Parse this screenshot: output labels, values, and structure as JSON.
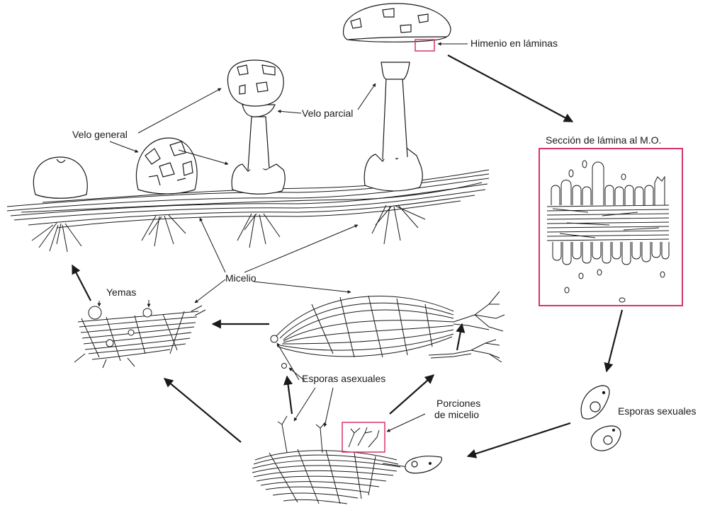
{
  "labels": {
    "himenio": "Himenio en láminas",
    "velo_parcial": "Velo parcial",
    "velo_general": "Velo general",
    "seccion": "Sección de lámina al M.O.",
    "micelio": "Micelio",
    "yemas": "Yemas",
    "esporas_asexuales": "Esporas asexuales",
    "porciones_line1": "Porciones",
    "porciones_line2": "de micelio",
    "esporas_sexuales": "Esporas sexuales"
  },
  "colors": {
    "ink": "#1a1a1a",
    "highlight": "#d6336c"
  }
}
